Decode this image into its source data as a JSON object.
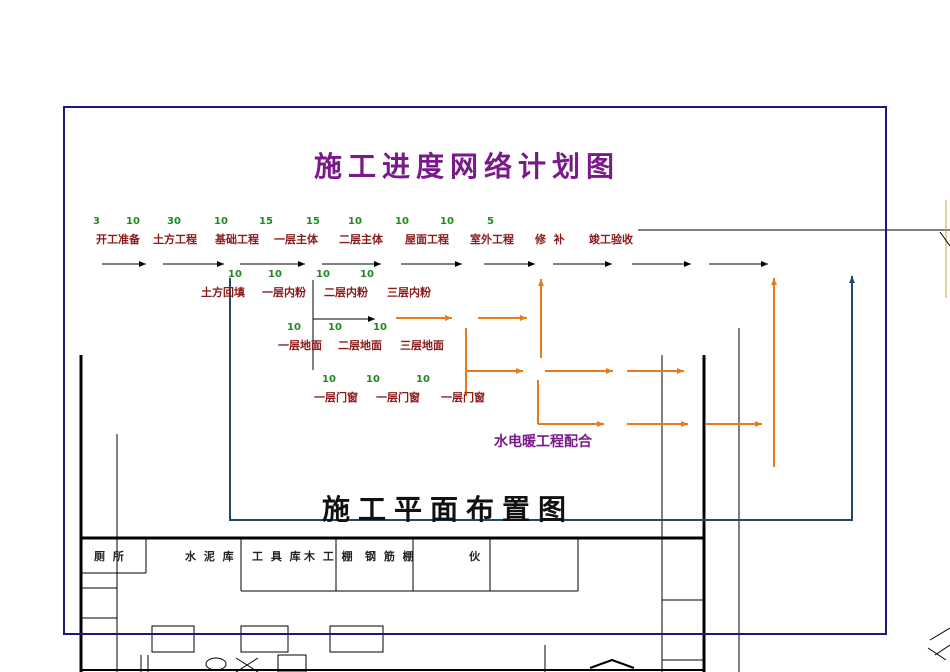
{
  "titles": {
    "network": "施工进度网络计划图",
    "layout": "施工平面布置图",
    "coordination": "水电暖工程配合"
  },
  "colors": {
    "frame": "#1a1a7a",
    "title_network": "#7a1a8a",
    "durations": "#1f8a1f",
    "tasks": "#8b1a1a",
    "critical_arrows": "#e87a1a",
    "loop_line": "#1f4a6e",
    "plan_lines": "#000000"
  },
  "main_chain": {
    "durations": [
      "3",
      "10",
      "30",
      "10",
      "15",
      "15",
      "10",
      "10",
      "10",
      "5"
    ],
    "tasks": [
      "开工准备",
      "土方工程",
      "基础工程",
      "一层主体",
      "二层主体",
      "屋面工程",
      "室外工程",
      "修  补",
      "竣工验收"
    ]
  },
  "row2": {
    "durations": [
      "10",
      "10",
      "10",
      "10"
    ],
    "tasks": [
      "土方回填",
      "一层内粉",
      "二层内粉",
      "三层内粉"
    ]
  },
  "row3": {
    "durations": [
      "10",
      "10",
      "10"
    ],
    "tasks": [
      "一层地面",
      "二层地面",
      "三层地面"
    ]
  },
  "row4": {
    "durations": [
      "10",
      "10",
      "10"
    ],
    "tasks": [
      "一层门窗",
      "一层门窗",
      "一层门窗"
    ]
  },
  "site_plan": {
    "rooms": [
      "厕 所",
      "水 泥 库",
      "工 具 库",
      "木 工 棚",
      "钢 筋 棚",
      "伙"
    ]
  }
}
